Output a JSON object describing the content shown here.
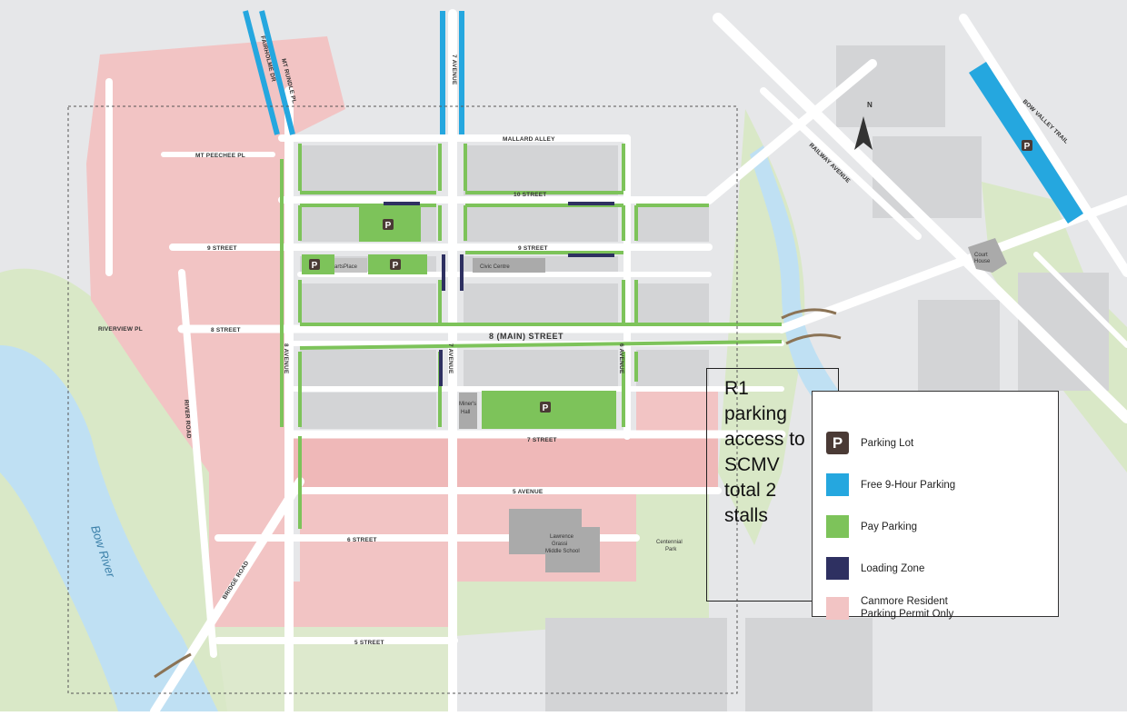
{
  "colors": {
    "background": "#e6e7e9",
    "block": "#d3d4d6",
    "road": "#ffffff",
    "green_space": "#d9e8c7",
    "river": "#bfe0f3",
    "free_parking": "#25a7df",
    "pay_parking": "#7dc35a",
    "loading_zone": "#2e3061",
    "resident_permit": "#f2c4c4",
    "parking_lot_icon": "#4a3a35"
  },
  "map": {
    "streets": {
      "mallard_alley": "MALLARD ALLEY",
      "s10": "10 STREET",
      "s9_west": "9 STREET",
      "s9_east": "9 STREET",
      "s8_west": "8 STREET",
      "main": "8 (MAIN) STREET",
      "s7": "7 STREET",
      "s6": "6 STREET",
      "s5": "5 STREET",
      "av5": "5 AVENUE",
      "av6": "6 AVENUE",
      "av7_north": "7 AVENUE",
      "av7_south": "7 AVENUE",
      "av8": "8 AVENUE",
      "mt_peechee": "MT PEECHEE PL",
      "riverview": "RIVERVIEW PL",
      "fairholme": "FAIRHOLME DR",
      "mt_rundle": "MT RUNDLE PL",
      "railway": "RAILWAY AVENUE",
      "bow_valley": "BOW VALLEY TRAIL",
      "river_road": "RIVER ROAD",
      "bridge_road": "BRIDGE ROAD"
    },
    "places": {
      "civic_centre": "Civic Centre",
      "artsplace": "artsPlace",
      "miners_hall_1": "Miner's",
      "miners_hall_2": "Hall",
      "school_1": "Lawrence",
      "school_2": "Grassi",
      "school_3": "Middle School",
      "park": "Centennial",
      "park_2": "Park",
      "court_1": "Court",
      "court_2": "House",
      "river": "Bow River"
    },
    "parking_icon_letter": "P",
    "north_label": "N"
  },
  "callout": {
    "lines": [
      "R1",
      "parking",
      "access to",
      "SCMV",
      "total 2",
      "stalls"
    ]
  },
  "legend": {
    "items": [
      {
        "label": "Parking Lot",
        "icon": "parking-lot-icon"
      },
      {
        "label": "Free 9-Hour Parking"
      },
      {
        "label": "Pay Parking"
      },
      {
        "label": "Loading Zone"
      },
      {
        "label": "Canmore Resident",
        "label2": "Parking Permit Only"
      }
    ]
  }
}
